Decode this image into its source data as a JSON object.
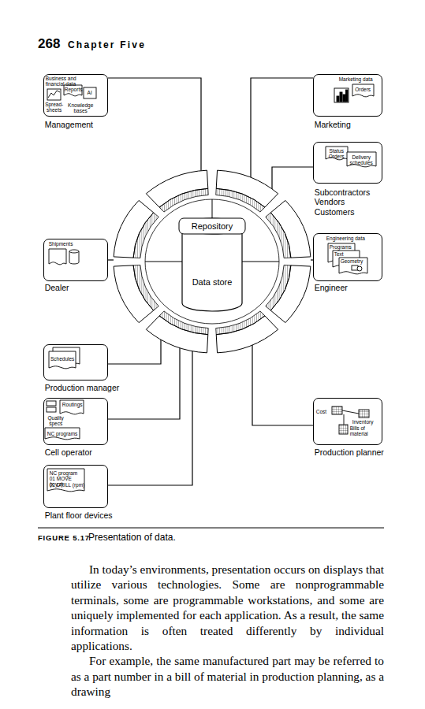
{
  "diagram": {
    "caption": "Presentation of data.",
    "nodes": [
      {
        "text": [
          "Business and financial data",
          "Reports",
          "AI",
          "Spread- sheets",
          "Knowledge bases",
          "Management"
        ]
      },
      {
        "text": [
          "Marketing data",
          "Orders",
          "Marketing"
        ]
      },
      {
        "text": [
          "Status Orders",
          "Delivery schedules",
          "Subcontractors Vendors Customers"
        ]
      },
      {
        "text": [
          "Repository",
          "Data store"
        ]
      },
      {
        "text": [
          "Shipments",
          "Dealer"
        ]
      },
      {
        "text": [
          "Engineering data",
          "Programs",
          "Text",
          "Geometry",
          "Engineer"
        ]
      },
      {
        "text": [
          "Schedules",
          "Production manager"
        ]
      },
      {
        "text": [
          "Routings",
          "Quality specs",
          "NC programs",
          "Cell operator"
        ]
      },
      {
        "text": [
          "Cost",
          "Inventory",
          "Bills of material",
          "Production planner"
        ]
      },
      {
        "text": [
          "NC program",
          "01 MOVE (x,y,z)",
          "02 DRILL (rpm)",
          "Plant floor devices"
        ]
      }
    ],
    "edges": [
      {
        "from": 0,
        "to": 3,
        "arrow": "none"
      },
      {
        "from": 1,
        "to": 3,
        "arrow": "none"
      },
      {
        "from": 2,
        "to": 3,
        "arrow": "none"
      },
      {
        "from": 4,
        "to": 3,
        "arrow": "none"
      },
      {
        "from": 5,
        "to": 3,
        "arrow": "none"
      },
      {
        "from": 6,
        "to": 3,
        "arrow": "none"
      },
      {
        "from": 7,
        "to": 3,
        "arrow": "none"
      },
      {
        "from": 8,
        "to": 3,
        "arrow": "none"
      },
      {
        "from": 9,
        "to": 3,
        "arrow": "none"
      }
    ],
    "labels": [
      "268",
      "Chapter Five",
      "FIGURE 5.17",
      "In today’s environments, presentation occurs on displays that utilize various technologies. Some are nonprogrammable terminals, some are programmable workstations, and some are uniquely implemented for each application. As a result, the same information is often treated differently by individual applications.",
      "For example, the same manufactured part may be referred to as a part number in a bill of material in production planning, as a drawing"
    ]
  }
}
